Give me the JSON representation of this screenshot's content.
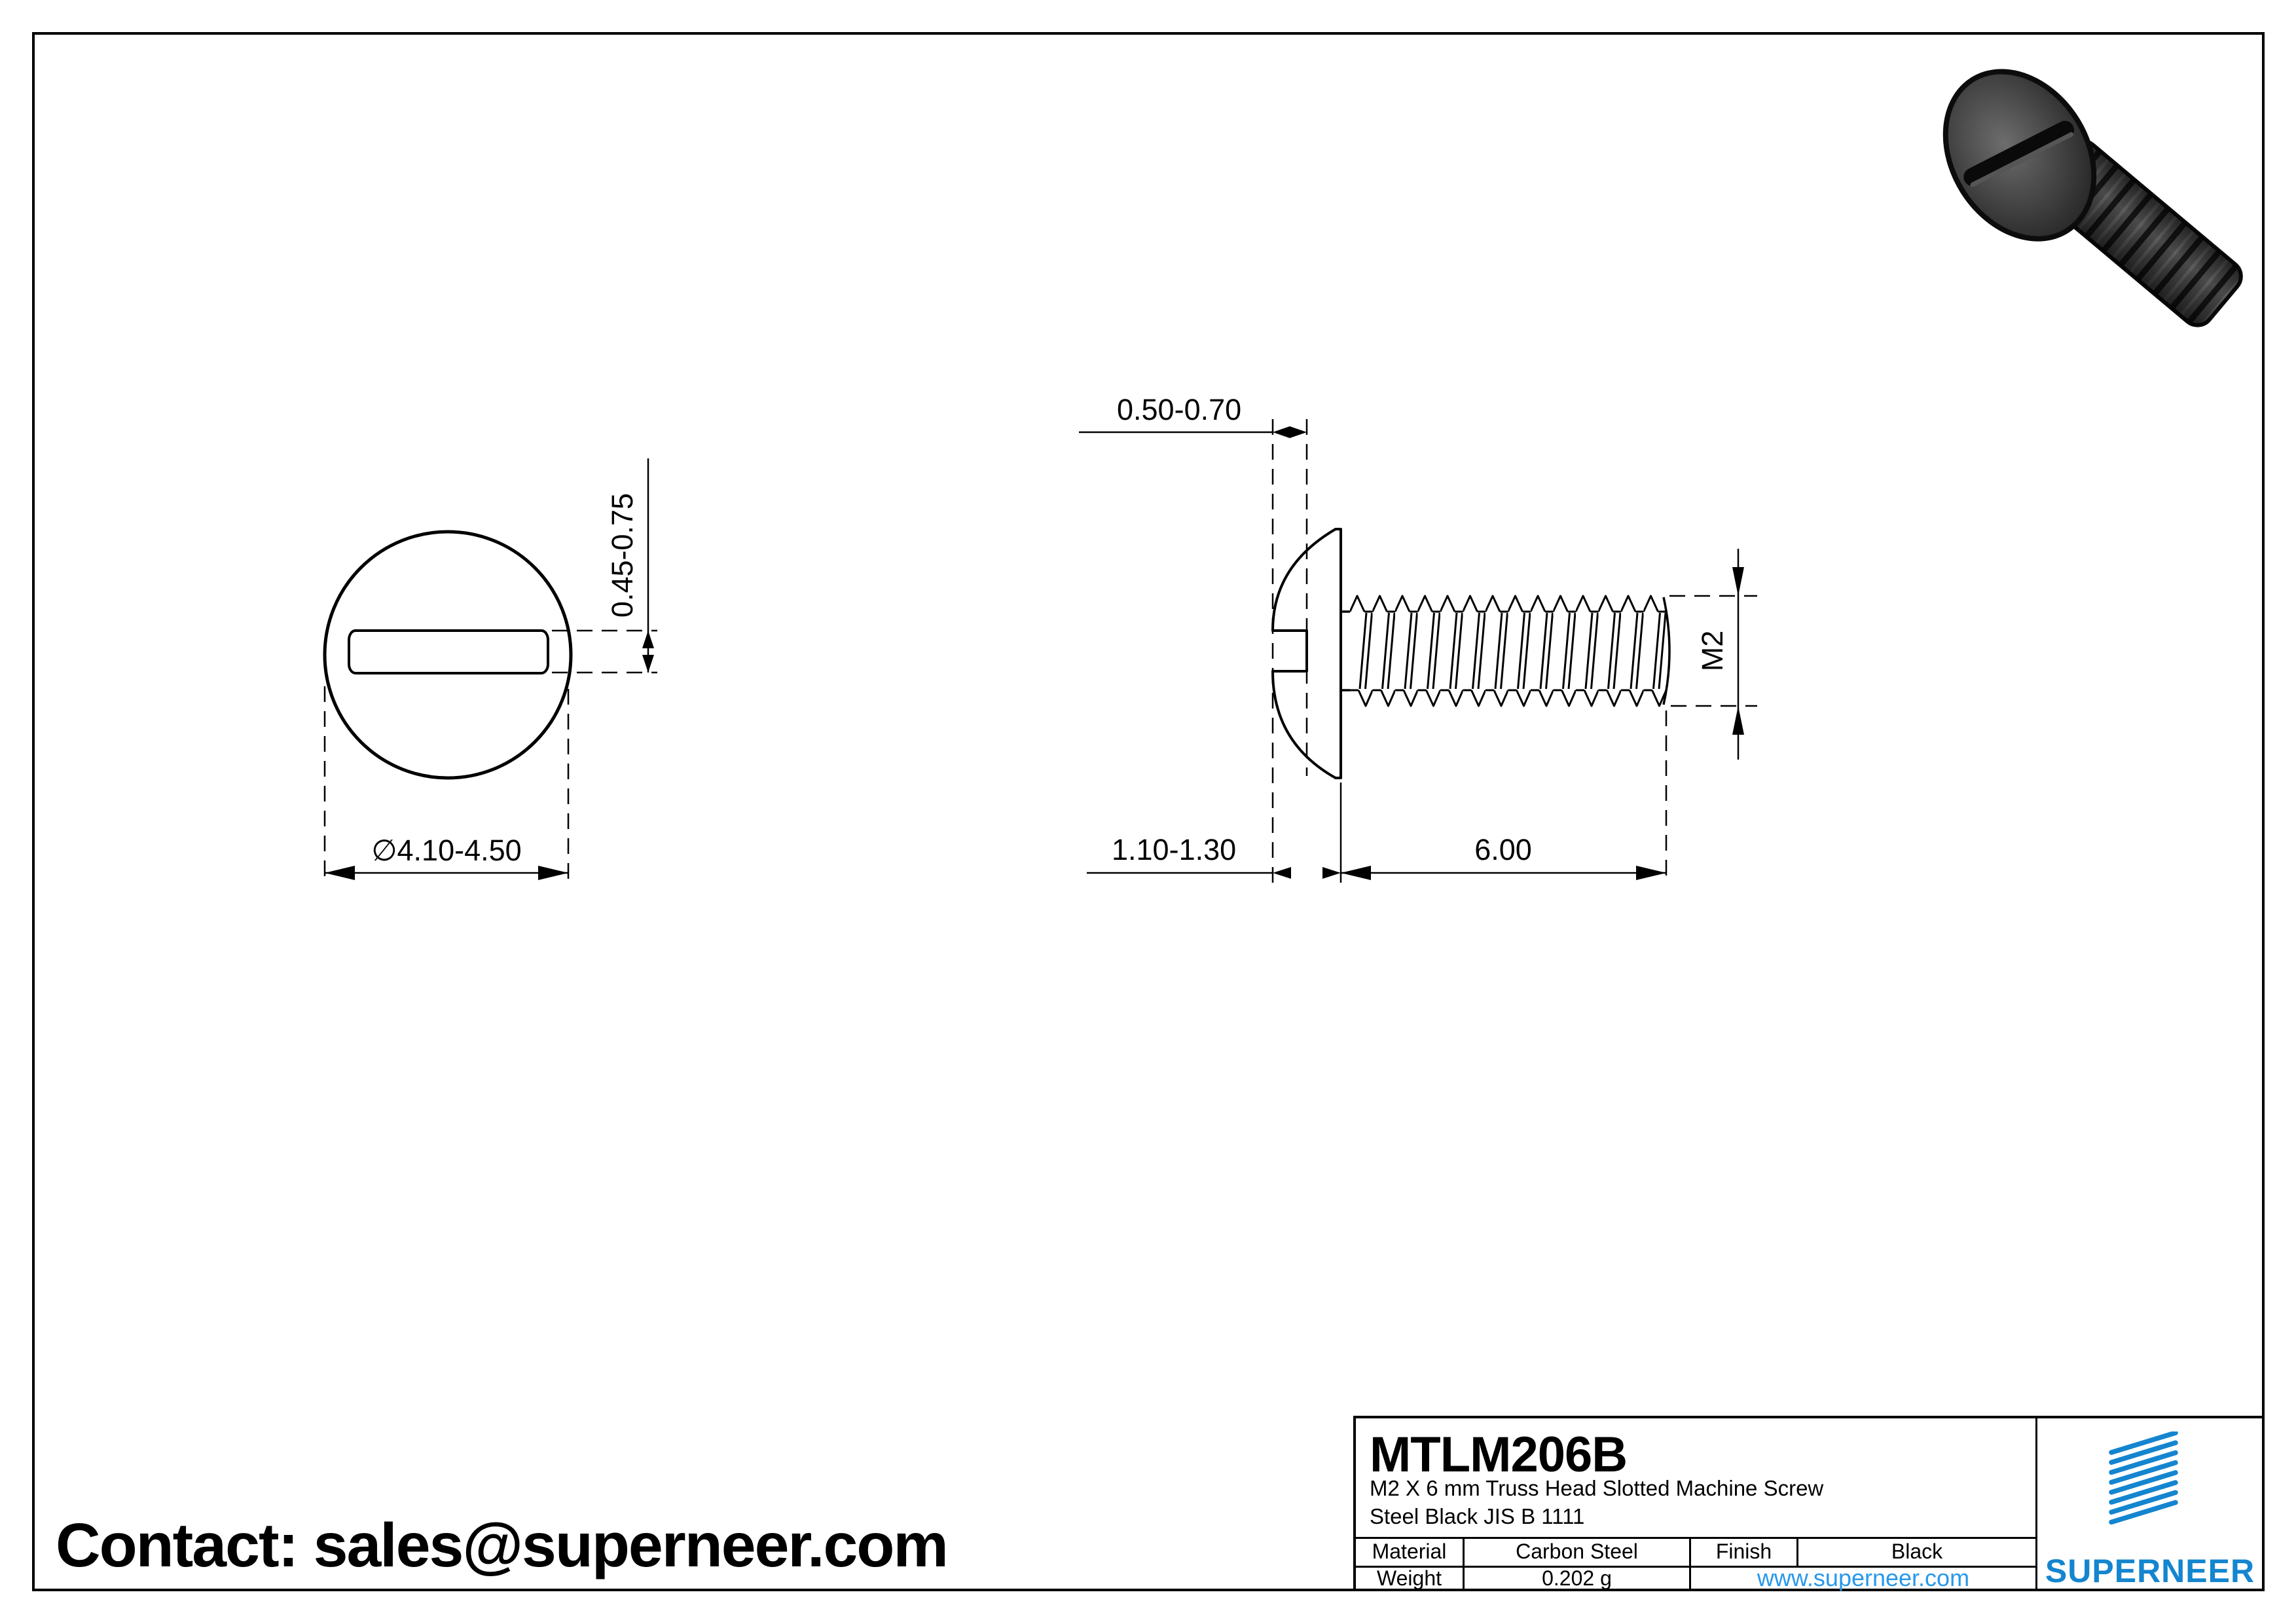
{
  "front_view": {
    "dim_slot_width": "0.45-0.75",
    "dim_head_diameter": "∅4.10-4.50"
  },
  "side_view": {
    "dim_slot_depth": "0.50-0.70",
    "dim_head_height": "1.10-1.30",
    "dim_thread_length": "6.00",
    "dim_thread_size": "M2"
  },
  "title_block": {
    "part_number": "MTLM206B",
    "description_line1": "M2 X 6 mm  Truss Head Slotted Machine Screw",
    "description_line2": "Steel Black JIS B 1111",
    "material_label": "Material",
    "material_value": "Carbon Steel",
    "finish_label": "Finish",
    "finish_value": "Black",
    "weight_label": "Weight",
    "weight_value": "0.202 g",
    "website": "www.superneer.com",
    "brand": "SUPERNEER"
  },
  "contact": {
    "label": "Contact: sales@superneer.com"
  },
  "colors": {
    "line": "#000000",
    "logo_blue": "#1485cf",
    "link_blue": "#2798ec"
  }
}
